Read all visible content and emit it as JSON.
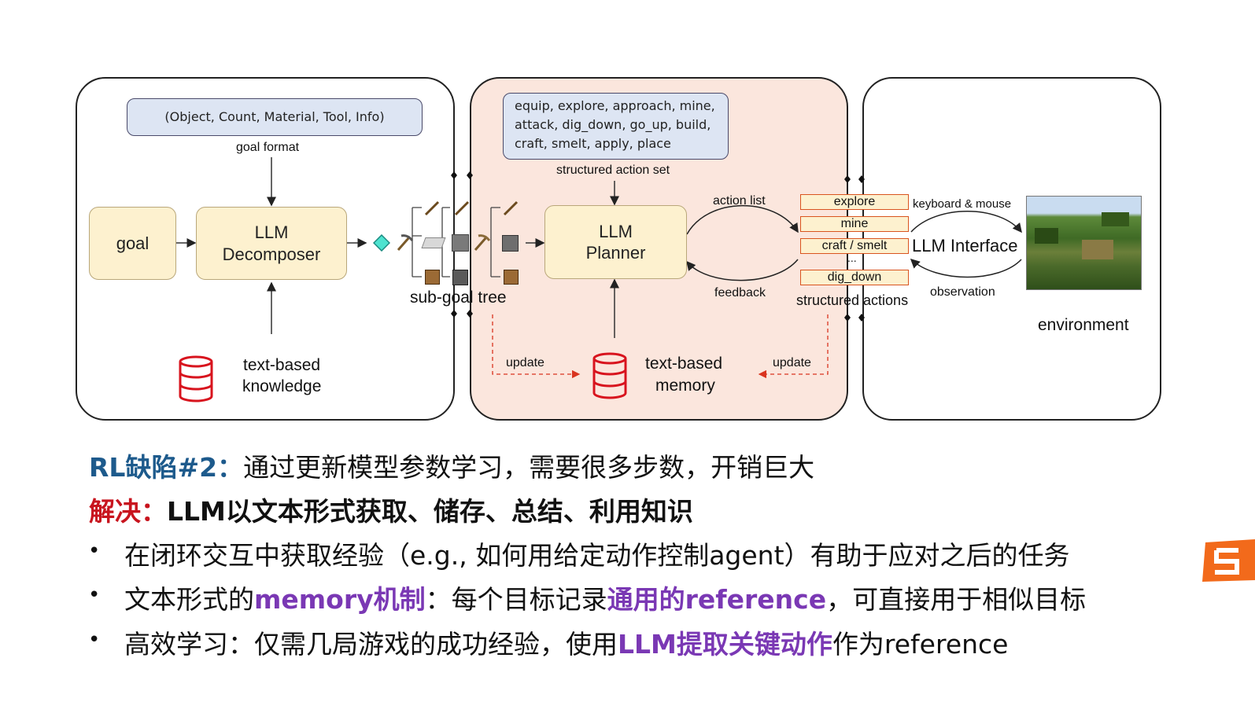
{
  "diagram": {
    "goal_format_box": "(Object, Count, Material, Tool, Info)",
    "goal_format_label": "goal format",
    "goal": "goal",
    "decomposer_line1": "LLM",
    "decomposer_line2": "Decomposer",
    "knowledge_line1": "text-based",
    "knowledge_line2": "knowledge",
    "subgoal_tree_label": "sub-goal tree",
    "action_set_line1": "equip, explore, approach, mine,",
    "action_set_line2": "attack, dig_down, go_up, build,",
    "action_set_line3": "craft, smelt, apply, place",
    "action_set_label": "structured action set",
    "planner_line1": "LLM",
    "planner_line2": "Planner",
    "action_list_label": "action list",
    "feedback_label": "feedback",
    "update_left": "update",
    "update_right": "update",
    "memory_line1": "text-based",
    "memory_line2": "memory",
    "actions": [
      "explore",
      "mine",
      "craft / smelt",
      "...",
      "dig_down"
    ],
    "structured_actions_label": "structured actions",
    "keyboard_mouse_label": "keyboard & mouse",
    "interface_label": "LLM Interface",
    "observation_label": "observation",
    "environment_label": "environment"
  },
  "text": {
    "line1_prefix": "RL缺陷#2：",
    "line1_body": "通过更新模型参数学习，需要很多步数，开销巨大",
    "line2_prefix": "解决：",
    "line2_body": "LLM以文本形式获取、储存、总结、利用知识",
    "bullet_symbol": "•",
    "b1": "在闭环交互中获取经验（e.g., 如何用给定动作控制agent）有助于应对之后的任务",
    "b2_a": "文本形式的",
    "b2_b": "memory机制",
    "b2_c": "：每个目标记录",
    "b2_d": "通用的reference",
    "b2_e": "，可直接用于相似目标",
    "b3_a": "高效学习：仅需几局游戏的成功经验，使用",
    "b3_b": "LLM提取关键动作",
    "b3_c": "作为reference"
  },
  "colors": {
    "title_blue": "#1d5a8c",
    "solution_red": "#c8141e",
    "highlight_purple": "#7a38b4",
    "planner_panel": "#fbe6dd",
    "box_yellow": "#fdf1cf",
    "box_blue": "#dde5f3",
    "action_border": "#d9541f"
  },
  "icons": [
    "diamond-icon",
    "pickaxe-icon",
    "iron-ingot-icon",
    "furnace-icon",
    "crafting-table-icon",
    "stick-icon",
    "database-icon",
    "logo-icon"
  ]
}
